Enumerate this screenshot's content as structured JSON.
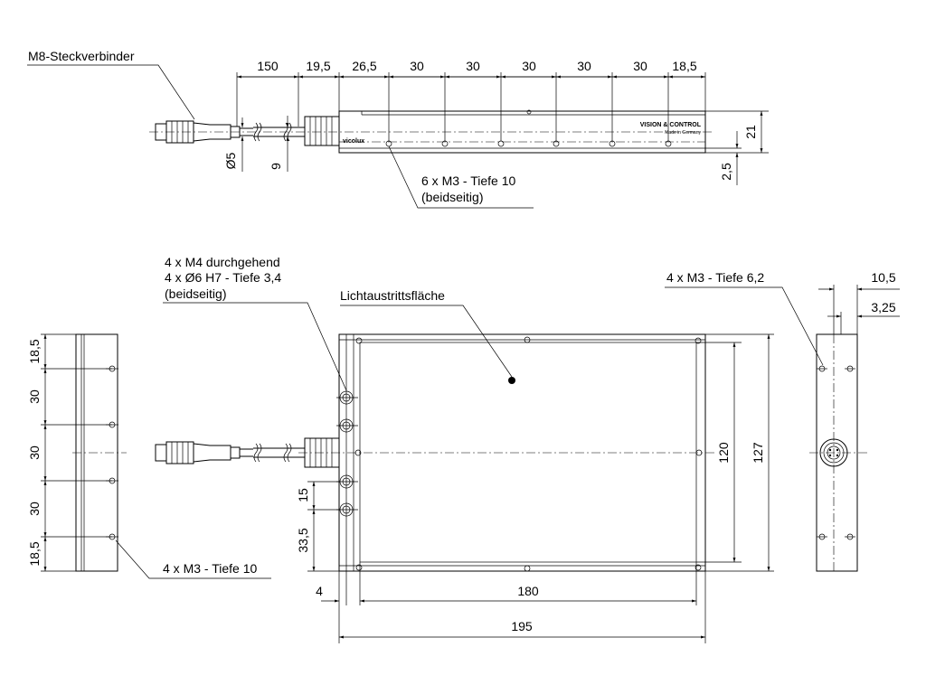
{
  "labels": {
    "connector": "M8-Steckverbinder",
    "threads_top": "6 x M3 - Tiefe 10",
    "both_sides_top": "(beidseitig)",
    "thru_m4": "4 x M4 durchgehend",
    "pin_holes": "4 x Ø6 H7 - Tiefe 3,4",
    "both_sides_front": "(beidseitig)",
    "emission_area": "Lichtaustrittsfläche",
    "threads_right": "4 x M3 - Tiefe 6,2",
    "threads_left": "4 x M3 - Tiefe 10"
  },
  "brand": {
    "vision": "VISION & CONTROL",
    "made_in": "Made in Germany",
    "vicolux": "vicolux"
  },
  "dims_top": {
    "d150": "150",
    "d19_5": "19,5",
    "d26_5": "26,5",
    "d30a": "30",
    "d30b": "30",
    "d30c": "30",
    "d30d": "30",
    "d30e": "30",
    "d18_5": "18,5",
    "d21": "21",
    "d2_5": "2,5",
    "d5": "Ø5",
    "d9": "9"
  },
  "dims_left": {
    "d18_5a": "18,5",
    "d30a": "30",
    "d30b": "30",
    "d30c": "30",
    "d18_5b": "18,5"
  },
  "dims_front": {
    "d15": "15",
    "d33_5": "33,5",
    "d4": "4",
    "d180": "180",
    "d195": "195",
    "d120": "120",
    "d127": "127"
  },
  "dims_right": {
    "d10_5": "10,5",
    "d3_25": "3,25"
  }
}
